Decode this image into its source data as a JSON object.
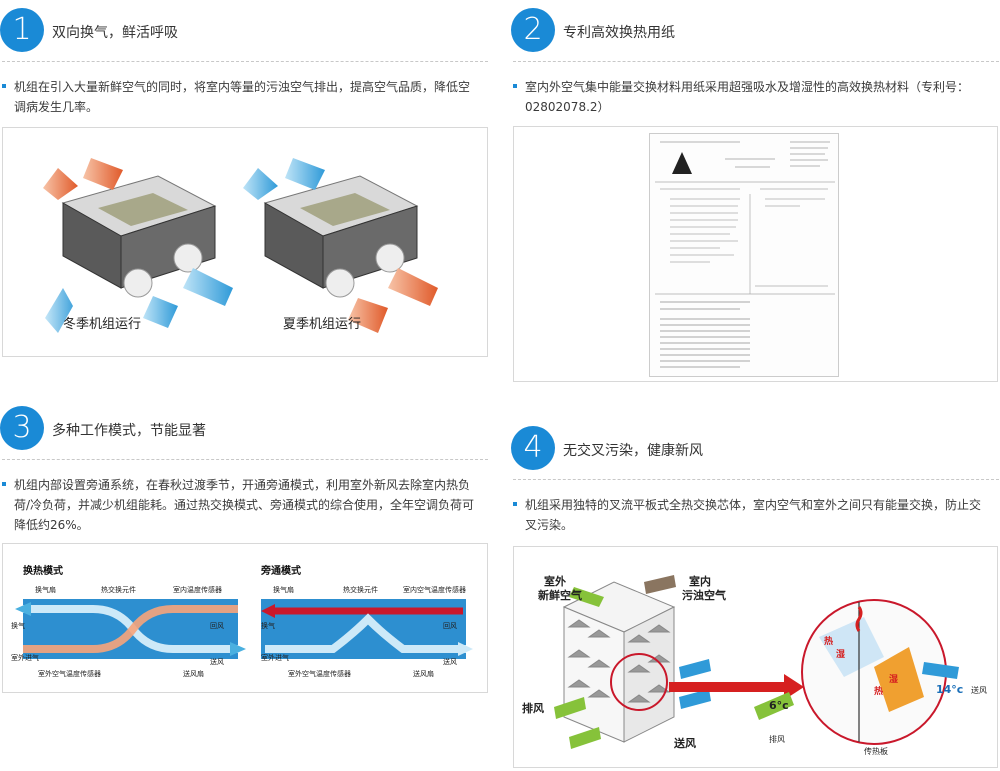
{
  "features": [
    {
      "number": "1",
      "title": "双向换气，鲜活呼吸",
      "description": "机组在引入大量新鲜空气的同时，将室内等量的污浊空气排出，提高空气品质，降低空调病发生几率。"
    },
    {
      "number": "2",
      "title": "专利高效换热用纸",
      "description": "室内外空气集中能量交换材料用纸采用超强吸水及增湿性的高效换热材料（专利号：02802078.2）"
    },
    {
      "number": "3",
      "title": "多种工作模式，节能显著",
      "description": "机组内部设置旁通系统，在春秋过渡季节，开通旁通模式，利用室外新风去除室内热负荷/冷负荷，并减少机组能耗。通过热交换模式、旁通模式的综合使用，全年空调负荷可降低约26%。"
    },
    {
      "number": "4",
      "title": "无交叉污染，健康新风",
      "description": "机组采用独特的叉流平板式全热交换芯体，室内空气和室外之间只有能量交换，防止交叉污染。"
    }
  ],
  "units": {
    "winter_caption": "冬季机组运行",
    "summer_caption": "夏季机组运行"
  },
  "modes": {
    "heat": {
      "title": "换热模式",
      "exhaust_fan": "换气扇",
      "exchanger": "热交换元件",
      "indoor_sensor": "室内温度传感器",
      "exhaust": "换气",
      "return": "回风",
      "outdoor_in": "室外进气",
      "supply": "送风",
      "outdoor_sensor": "室外空气温度传感器",
      "supply_fan": "送风扇"
    },
    "bypass": {
      "title": "旁通模式",
      "exhaust_fan": "换气扇",
      "exchanger": "热交换元件",
      "indoor_sensor": "室内空气温度传感器",
      "exhaust": "换气",
      "return": "回风",
      "outdoor_in": "室外进气",
      "supply": "送风",
      "outdoor_sensor": "室外空气温度传感器",
      "supply_fan": "送风扇"
    }
  },
  "core": {
    "outdoor_fresh_1": "室外",
    "outdoor_fresh_2": "新鲜空气",
    "indoor_dirty_1": "室内",
    "indoor_dirty_2": "污浊空气",
    "exhaust": "排风",
    "supply": "送风",
    "heat": "热",
    "humid": "湿",
    "temp_left": "6°c",
    "exhaust_small": "排风",
    "temp_right": "14°c",
    "supply_small": "送风",
    "plate": "传热板"
  },
  "colors": {
    "accent": "#1a8ad6",
    "warm": "#e8452c",
    "cool": "#4ab0e0",
    "green": "#86c23a",
    "brown": "#8a7560"
  }
}
